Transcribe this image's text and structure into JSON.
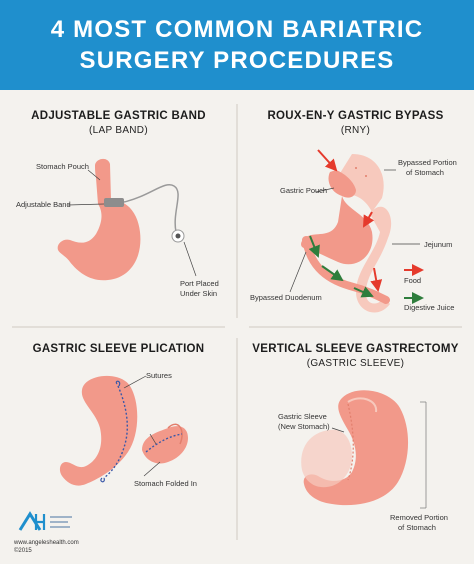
{
  "header": {
    "line1": "4 MOST COMMON BARIATRIC",
    "line2": "SURGERY PROCEDURES",
    "background": "#1f8fcd"
  },
  "panels": {
    "band": {
      "title": "ADJUSTABLE GASTRIC BAND",
      "subtitle": "(LAP BAND)",
      "labels": {
        "stomach_pouch": "Stomach Pouch",
        "adjustable_band": "Adjustable Band",
        "port_line1": "Port Placed",
        "port_line2": "Under Skin"
      }
    },
    "rny": {
      "title": "ROUX-EN-Y GASTRIC BYPASS",
      "subtitle": "(RNY)",
      "labels": {
        "bypassed_line1": "Bypassed Portion",
        "bypassed_line2": "of Stomach",
        "gastric_pouch": "Gastric Pouch",
        "jejunum": "Jejunum",
        "bypassed_duodenum": "Bypassed Duodenum"
      },
      "legend": {
        "food": "Food",
        "digestive_juice": "Digestive Juice"
      }
    },
    "plication": {
      "title": "GASTRIC SLEEVE PLICATION",
      "labels": {
        "sutures": "Sutures",
        "stomach_folded": "Stomach Folded In"
      }
    },
    "sleeve": {
      "title": "VERTICAL SLEEVE GASTRECTOMY",
      "subtitle": "(GASTRIC SLEEVE)",
      "labels": {
        "sleeve_line1": "Gastric Sleeve",
        "sleeve_line2": "(New Stomach)",
        "removed_line1": "Removed Portion",
        "removed_line2": "of Stomach"
      }
    }
  },
  "footer": {
    "url": "www.angeleshealth.com",
    "year": "©2015",
    "logo_letters": "AH"
  },
  "colors": {
    "stomach": "#f2998a",
    "stomach_light": "#f7c9bd",
    "food_arrow": "#e53a2c",
    "juice_arrow": "#2e7d3c",
    "suture": "#3a58a8"
  }
}
